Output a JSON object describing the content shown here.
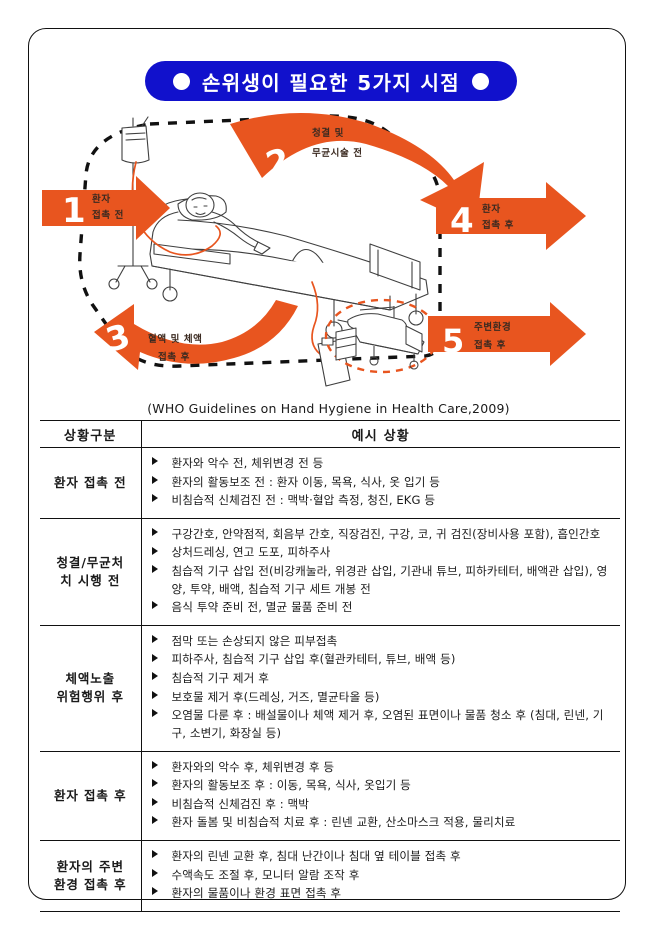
{
  "title": {
    "text": "손위생이 필요한 5가지 시점",
    "banner_color": "#1111CC",
    "dot_left": "white-circle-icon",
    "dot_right": "white-circle-icon"
  },
  "diagram": {
    "accent_color": "#E8551F",
    "outline_style": "black-dashed-rounded-enclosure",
    "illustration_main": "patient-in-hospital-bed-with-iv-pole",
    "illustration_secondary": "empty-hospital-bed-with-bedside-table-and-lamp",
    "secondary_outline": "orange-dashed-ellipse",
    "moments": [
      {
        "number": "1",
        "label_line1": "환자",
        "label_line2": "접촉 전",
        "shape": "straight-arrow-right",
        "position": "left"
      },
      {
        "number": "2",
        "label_line1": "청결 및",
        "label_line2": "무균시술 전",
        "shape": "curved-arrow-down-left",
        "position": "top"
      },
      {
        "number": "3",
        "label_line1": "혈액 및 체액",
        "label_line2": "접촉 후",
        "shape": "curved-arrow-left",
        "position": "bottom-left"
      },
      {
        "number": "4",
        "label_line1": "환자",
        "label_line2": "접촉 후",
        "shape": "straight-arrow-right",
        "position": "right"
      },
      {
        "number": "5",
        "label_line1": "주변환경",
        "label_line2": "접촉 후",
        "shape": "straight-arrow-right",
        "position": "bottom-right"
      }
    ]
  },
  "caption": "(WHO Guidelines on Hand Hygiene in Health Care,2009)",
  "table": {
    "headers": [
      "상황구분",
      "예시 상황"
    ],
    "rows": [
      {
        "label": "환자 접촉 전",
        "items": [
          "환자와 악수 전, 체위변경 전 등",
          "환자의 활동보조 전 : 환자 이동, 목욕, 식사, 옷 입기 등",
          "비침습적 신체검진 전 : 맥박·혈압 측정, 청진, EKG 등"
        ]
      },
      {
        "label": "청결/무균처\n치 시행 전",
        "items": [
          "구강간호, 안약점적, 회음부 간호, 직장검진, 구강, 코, 귀 검진(장비사용 포함), 흡인간호",
          "상처드레싱, 연고 도포, 피하주사",
          "침습적 기구 삽입 전(비강캐눌라, 위경관 삽입, 기관내 튜브, 피하카테터, 배액관 삽입), 영양, 투약, 배액, 침습적 기구 세트 개봉 전",
          "음식 투약 준비 전, 멸균 물품 준비 전"
        ]
      },
      {
        "label": "체액노출\n위험행위 후",
        "items": [
          "점막 또는 손상되지 않은 피부접촉",
          "피하주사, 침습적 기구 삽입 후(혈관카테터, 튜브, 배액 등)",
          "침습적 기구 제거 후",
          "보호물 제거 후(드레싱, 거즈, 멸균타올 등)",
          "오염물 다룬 후 : 배설물이나 체액 제거 후, 오염된 표면이나 물품 청소 후 (침대, 린넨, 기구, 소변기, 화장실 등)"
        ]
      },
      {
        "label": "환자 접촉 후",
        "items": [
          "환자와의 악수 후, 체위변경 후 등",
          "환자의 활동보조 후 : 이동, 목욕, 식사, 옷입기 등",
          "비침습적 신체검진 후 : 맥박",
          "환자 돌봄 및 비침습적 치료 후 : 린넨 교환, 산소마스크 적용, 물리치료"
        ]
      },
      {
        "label": "환자의 주변\n환경 접촉 후",
        "items": [
          "환자의 린넨 교환 후, 침대 난간이나 침대 옆 테이블 접촉 후",
          "수액속도 조절 후, 모니터 알람 조작 후",
          "환자의 물품이나 환경 표면 접촉 후"
        ]
      }
    ]
  }
}
